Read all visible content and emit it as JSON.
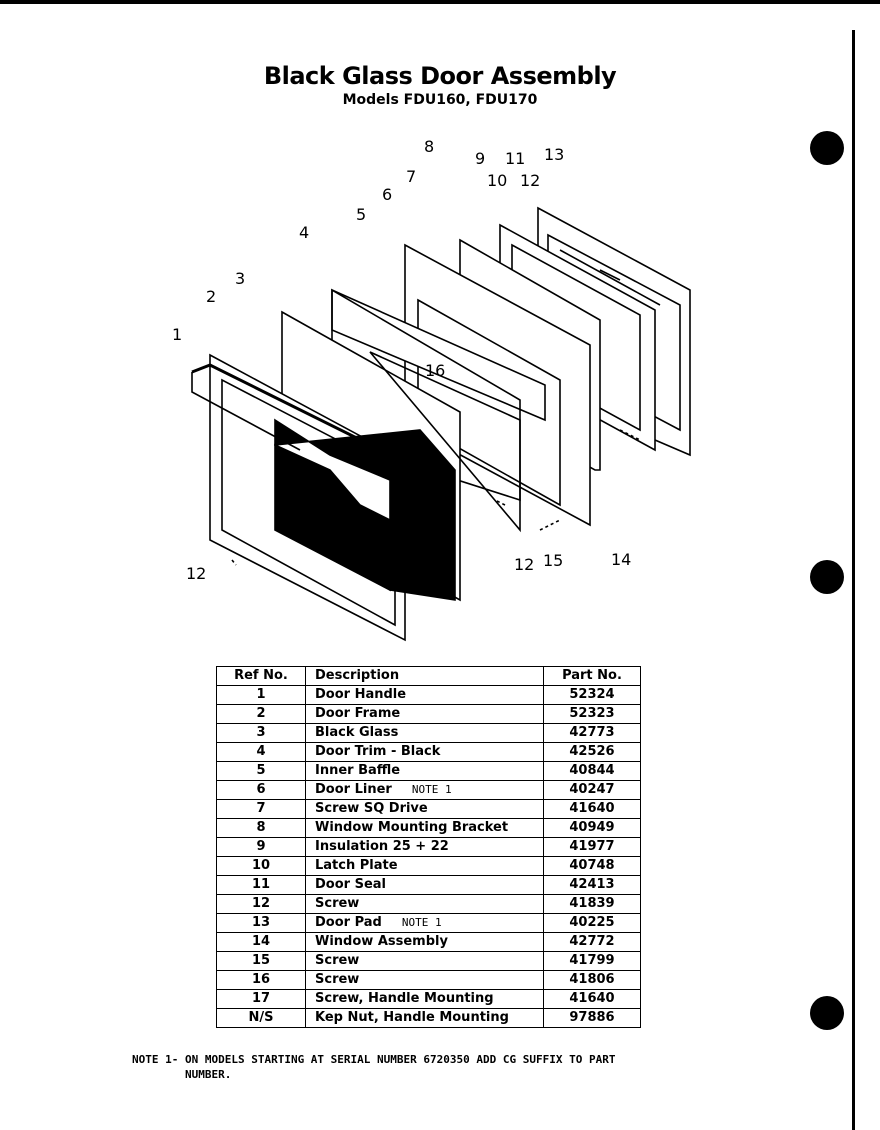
{
  "header": {
    "title": "Black Glass Door Assembly",
    "subtitle": "Models FDU160, FDU170"
  },
  "diagram": {
    "callouts": [
      "1",
      "2",
      "3",
      "4",
      "5",
      "6",
      "7",
      "8",
      "9",
      "10",
      "11",
      "12",
      "13",
      "16",
      "12",
      "15",
      "14",
      "12"
    ]
  },
  "parts_table": {
    "headers": [
      "Ref No.",
      "Description",
      "Part No."
    ],
    "rows": [
      {
        "ref": "1",
        "desc": "Door Handle",
        "note": "",
        "part": "52324"
      },
      {
        "ref": "2",
        "desc": "Door Frame",
        "note": "",
        "part": "52323"
      },
      {
        "ref": "3",
        "desc": "Black Glass",
        "note": "",
        "part": "42773"
      },
      {
        "ref": "4",
        "desc": "Door Trim - Black",
        "note": "",
        "part": "42526"
      },
      {
        "ref": "5",
        "desc": "Inner Baffle",
        "note": "",
        "part": "40844"
      },
      {
        "ref": "6",
        "desc": "Door Liner",
        "note": "NOTE 1",
        "part": "40247"
      },
      {
        "ref": "7",
        "desc": "Screw SQ Drive",
        "note": "",
        "part": "41640"
      },
      {
        "ref": "8",
        "desc": "Window Mounting Bracket",
        "note": "",
        "part": "40949"
      },
      {
        "ref": "9",
        "desc": "Insulation 25 + 22",
        "note": "",
        "part": "41977"
      },
      {
        "ref": "10",
        "desc": "Latch Plate",
        "note": "",
        "part": "40748"
      },
      {
        "ref": "11",
        "desc": "Door Seal",
        "note": "",
        "part": "42413"
      },
      {
        "ref": "12",
        "desc": "Screw",
        "note": "",
        "part": "41839"
      },
      {
        "ref": "13",
        "desc": "Door Pad",
        "note": "NOTE 1",
        "part": "40225"
      },
      {
        "ref": "14",
        "desc": "Window Assembly",
        "note": "",
        "part": "42772"
      },
      {
        "ref": "15",
        "desc": "Screw",
        "note": "",
        "part": "41799"
      },
      {
        "ref": "16",
        "desc": "Screw",
        "note": "",
        "part": "41806"
      },
      {
        "ref": "17",
        "desc": "Screw, Handle Mounting",
        "note": "",
        "part": "41640"
      },
      {
        "ref": "N/S",
        "desc": "Kep Nut, Handle Mounting",
        "note": "",
        "part": "97886"
      }
    ]
  },
  "footnote": "NOTE 1- ON MODELS STARTING AT SERIAL NUMBER 6720350 ADD CG SUFFIX TO PART\n        NUMBER."
}
